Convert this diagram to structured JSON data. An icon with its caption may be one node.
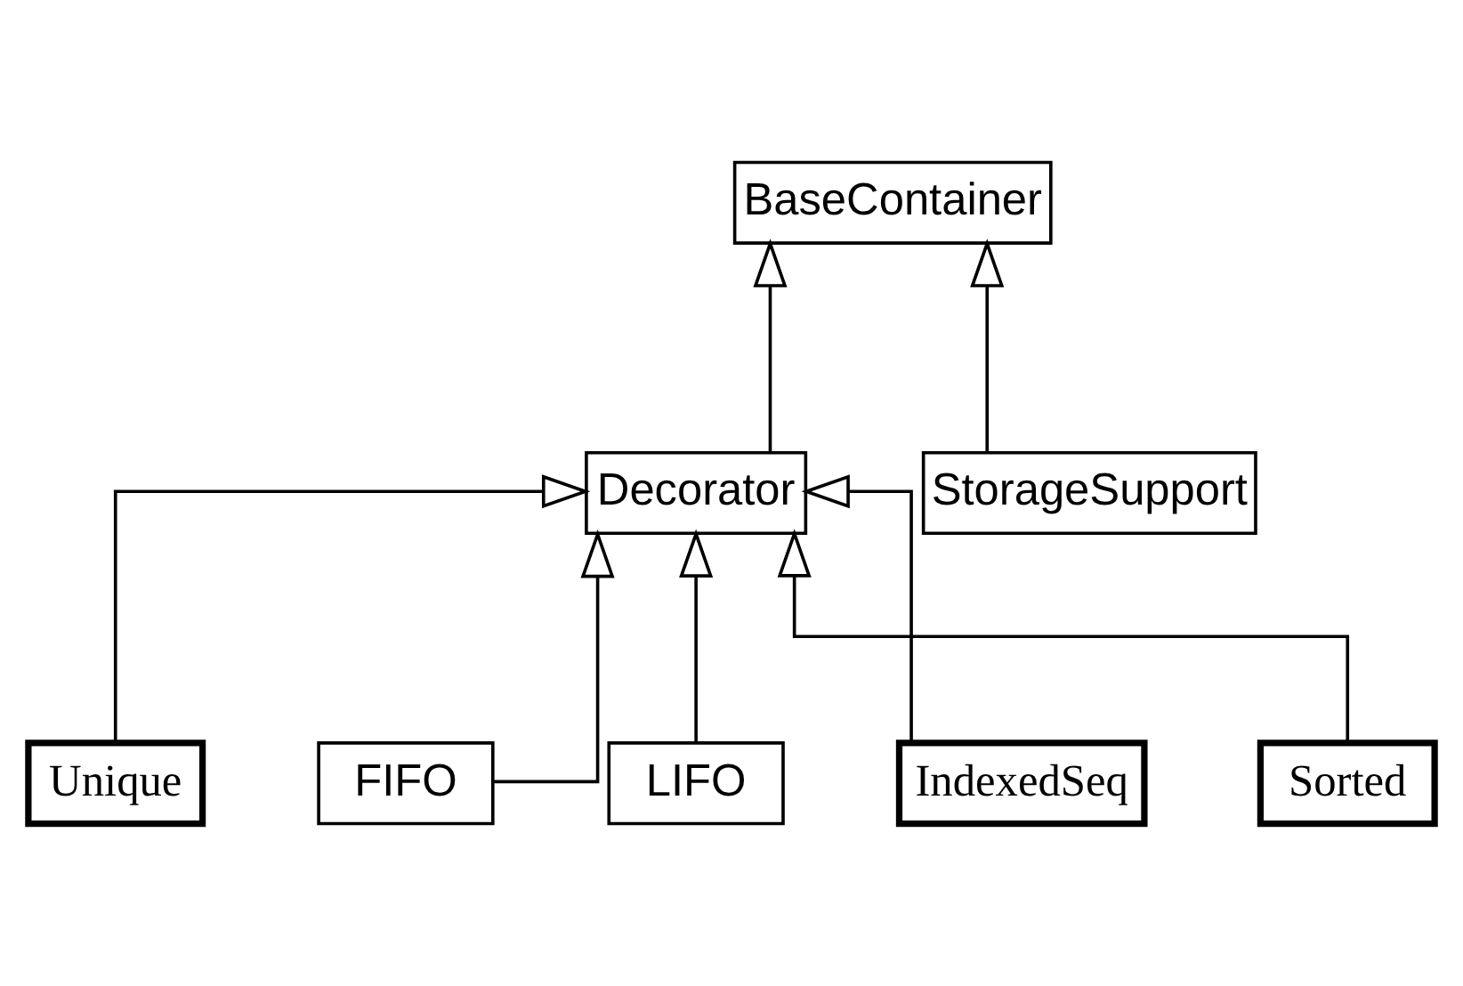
{
  "diagram": {
    "nodes": [
      {
        "text": [
          "BaseContainer"
        ]
      },
      {
        "text": [
          "Decorator"
        ]
      },
      {
        "text": [
          "StorageSupport"
        ]
      },
      {
        "text": [
          "Unique"
        ]
      },
      {
        "text": [
          "FIFO"
        ]
      },
      {
        "text": [
          "LIFO"
        ]
      },
      {
        "text": [
          "IndexedSeq"
        ]
      },
      {
        "text": [
          "Sorted"
        ]
      }
    ],
    "edges": [
      {
        "from": 1,
        "to": 0,
        "arrow": "to"
      },
      {
        "from": 2,
        "to": 0,
        "arrow": "to"
      },
      {
        "from": 3,
        "to": 1,
        "arrow": "to"
      },
      {
        "from": 4,
        "to": 1,
        "arrow": "to"
      },
      {
        "from": 5,
        "to": 1,
        "arrow": "to"
      },
      {
        "from": 6,
        "to": 1,
        "arrow": "to"
      },
      {
        "from": 7,
        "to": 1,
        "arrow": "to"
      }
    ]
  }
}
